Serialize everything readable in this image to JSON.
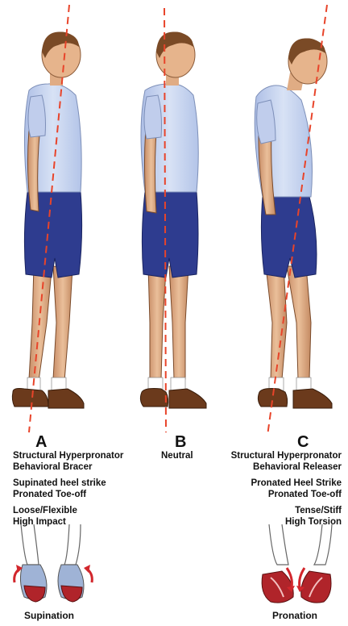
{
  "panels": [
    {
      "letter": "A",
      "lines1": [
        "Structural Hyperpronator",
        "Behavioral Bracer"
      ],
      "lines2": [
        "Supinated heel strike",
        "Pronated Toe-off"
      ],
      "lines3": [
        "Loose/Flexible",
        "High Impact"
      ]
    },
    {
      "letter": "B",
      "lines1": [
        "Neutral"
      ]
    },
    {
      "letter": "C",
      "lines1": [
        "Structural Hyperpronator",
        "Behavioral Releaser"
      ],
      "lines2": [
        "Pronated Heel Strike",
        "Pronated Toe-off"
      ],
      "lines3": [
        "Tense/Stiff",
        "High Torsion"
      ]
    }
  ],
  "feet_captions": {
    "left": "Supination",
    "right": "Pronation"
  },
  "colors": {
    "shirt": "#c9d6f0",
    "shorts": "#2e3c8f",
    "skin": "#e6b48c",
    "hair": "#7a4a26",
    "shoe": "#6b3a1c",
    "sock": "#ffffff",
    "axis_line": "#e8442a",
    "arrow_red": "#d2262c"
  }
}
